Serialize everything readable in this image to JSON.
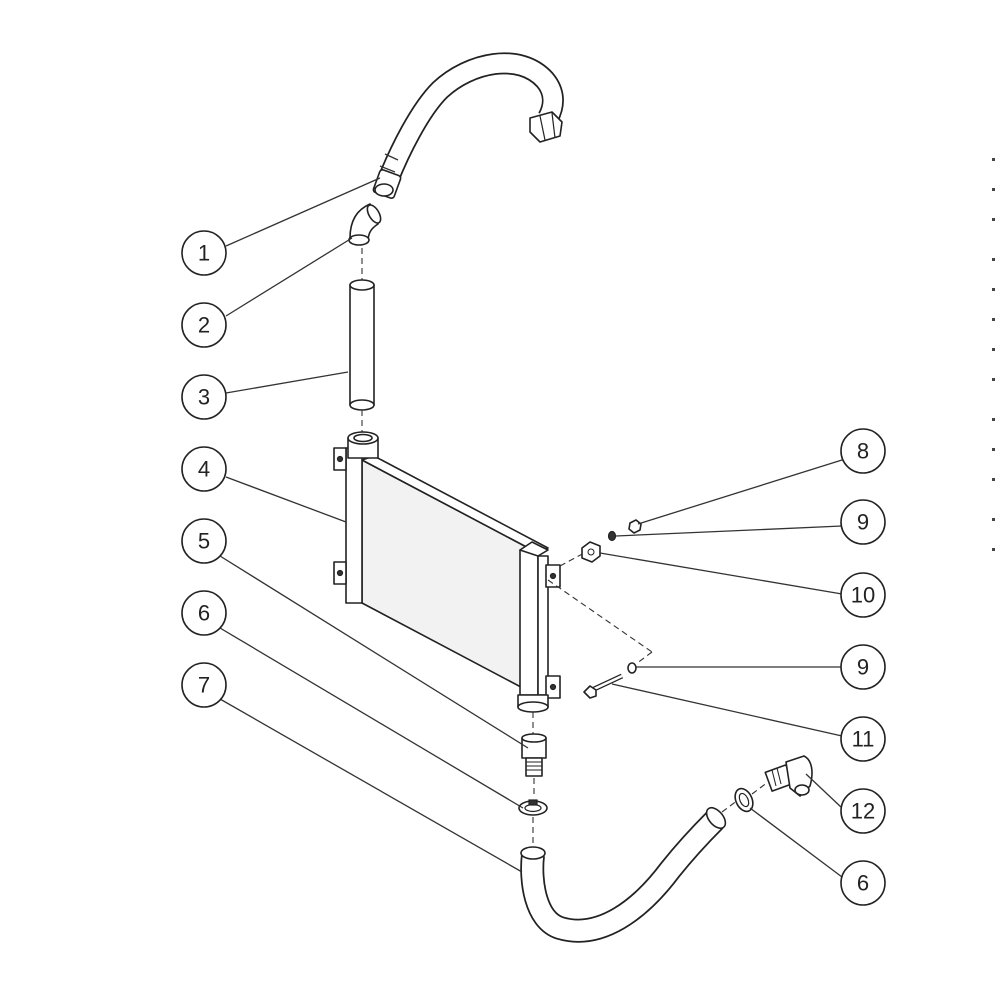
{
  "callouts": [
    {
      "label": "1"
    },
    {
      "label": "2"
    },
    {
      "label": "3"
    },
    {
      "label": "4"
    },
    {
      "label": "5"
    },
    {
      "label": "6"
    },
    {
      "label": "7"
    },
    {
      "label": "8"
    },
    {
      "label": "9"
    },
    {
      "label": "10"
    },
    {
      "label": "9"
    },
    {
      "label": "11"
    },
    {
      "label": "12"
    },
    {
      "label": "6"
    }
  ]
}
